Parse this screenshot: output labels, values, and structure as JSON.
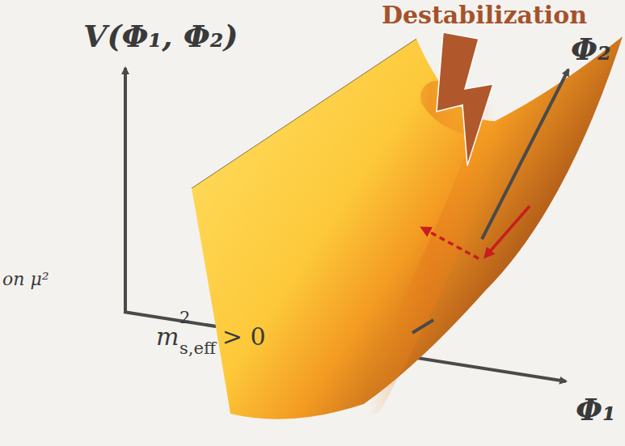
{
  "diagram": {
    "labels": [
      "Destabilization",
      "V(Φ₁, Φ₂)",
      "Φ₂",
      "on μ²",
      "m",
      "2",
      "s,eff",
      "> 0",
      "Φ₁"
    ]
  }
}
